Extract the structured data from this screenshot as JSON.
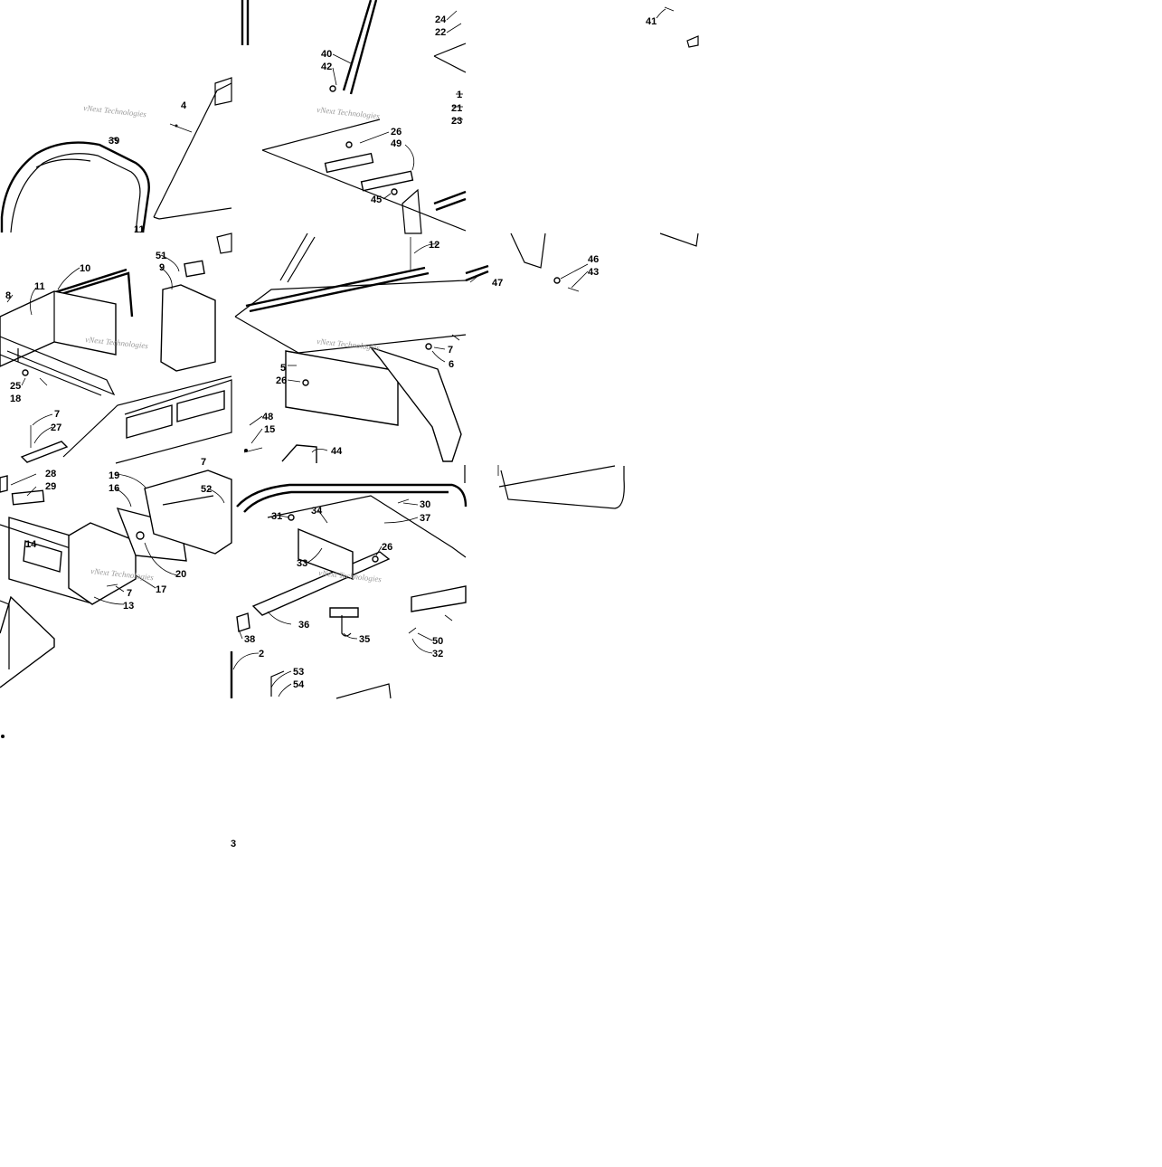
{
  "watermark": "vNext Technologies",
  "callouts": [
    "1",
    "2",
    "5",
    "6",
    "7",
    "8",
    "9",
    "10",
    "11",
    "12",
    "13",
    "14",
    "15",
    "16",
    "17",
    "18",
    "19",
    "20",
    "21",
    "22",
    "23",
    "24",
    "25",
    "26",
    "27",
    "28",
    "29",
    "30",
    "31",
    "32",
    "33",
    "34",
    "35",
    "36",
    "37",
    "38",
    "39",
    "40",
    "41",
    "42",
    "43",
    "44",
    "45",
    "46",
    "47",
    "48",
    "49",
    "50",
    "51",
    "52",
    "53",
    "54"
  ],
  "fragments": [
    "4",
    "3"
  ]
}
